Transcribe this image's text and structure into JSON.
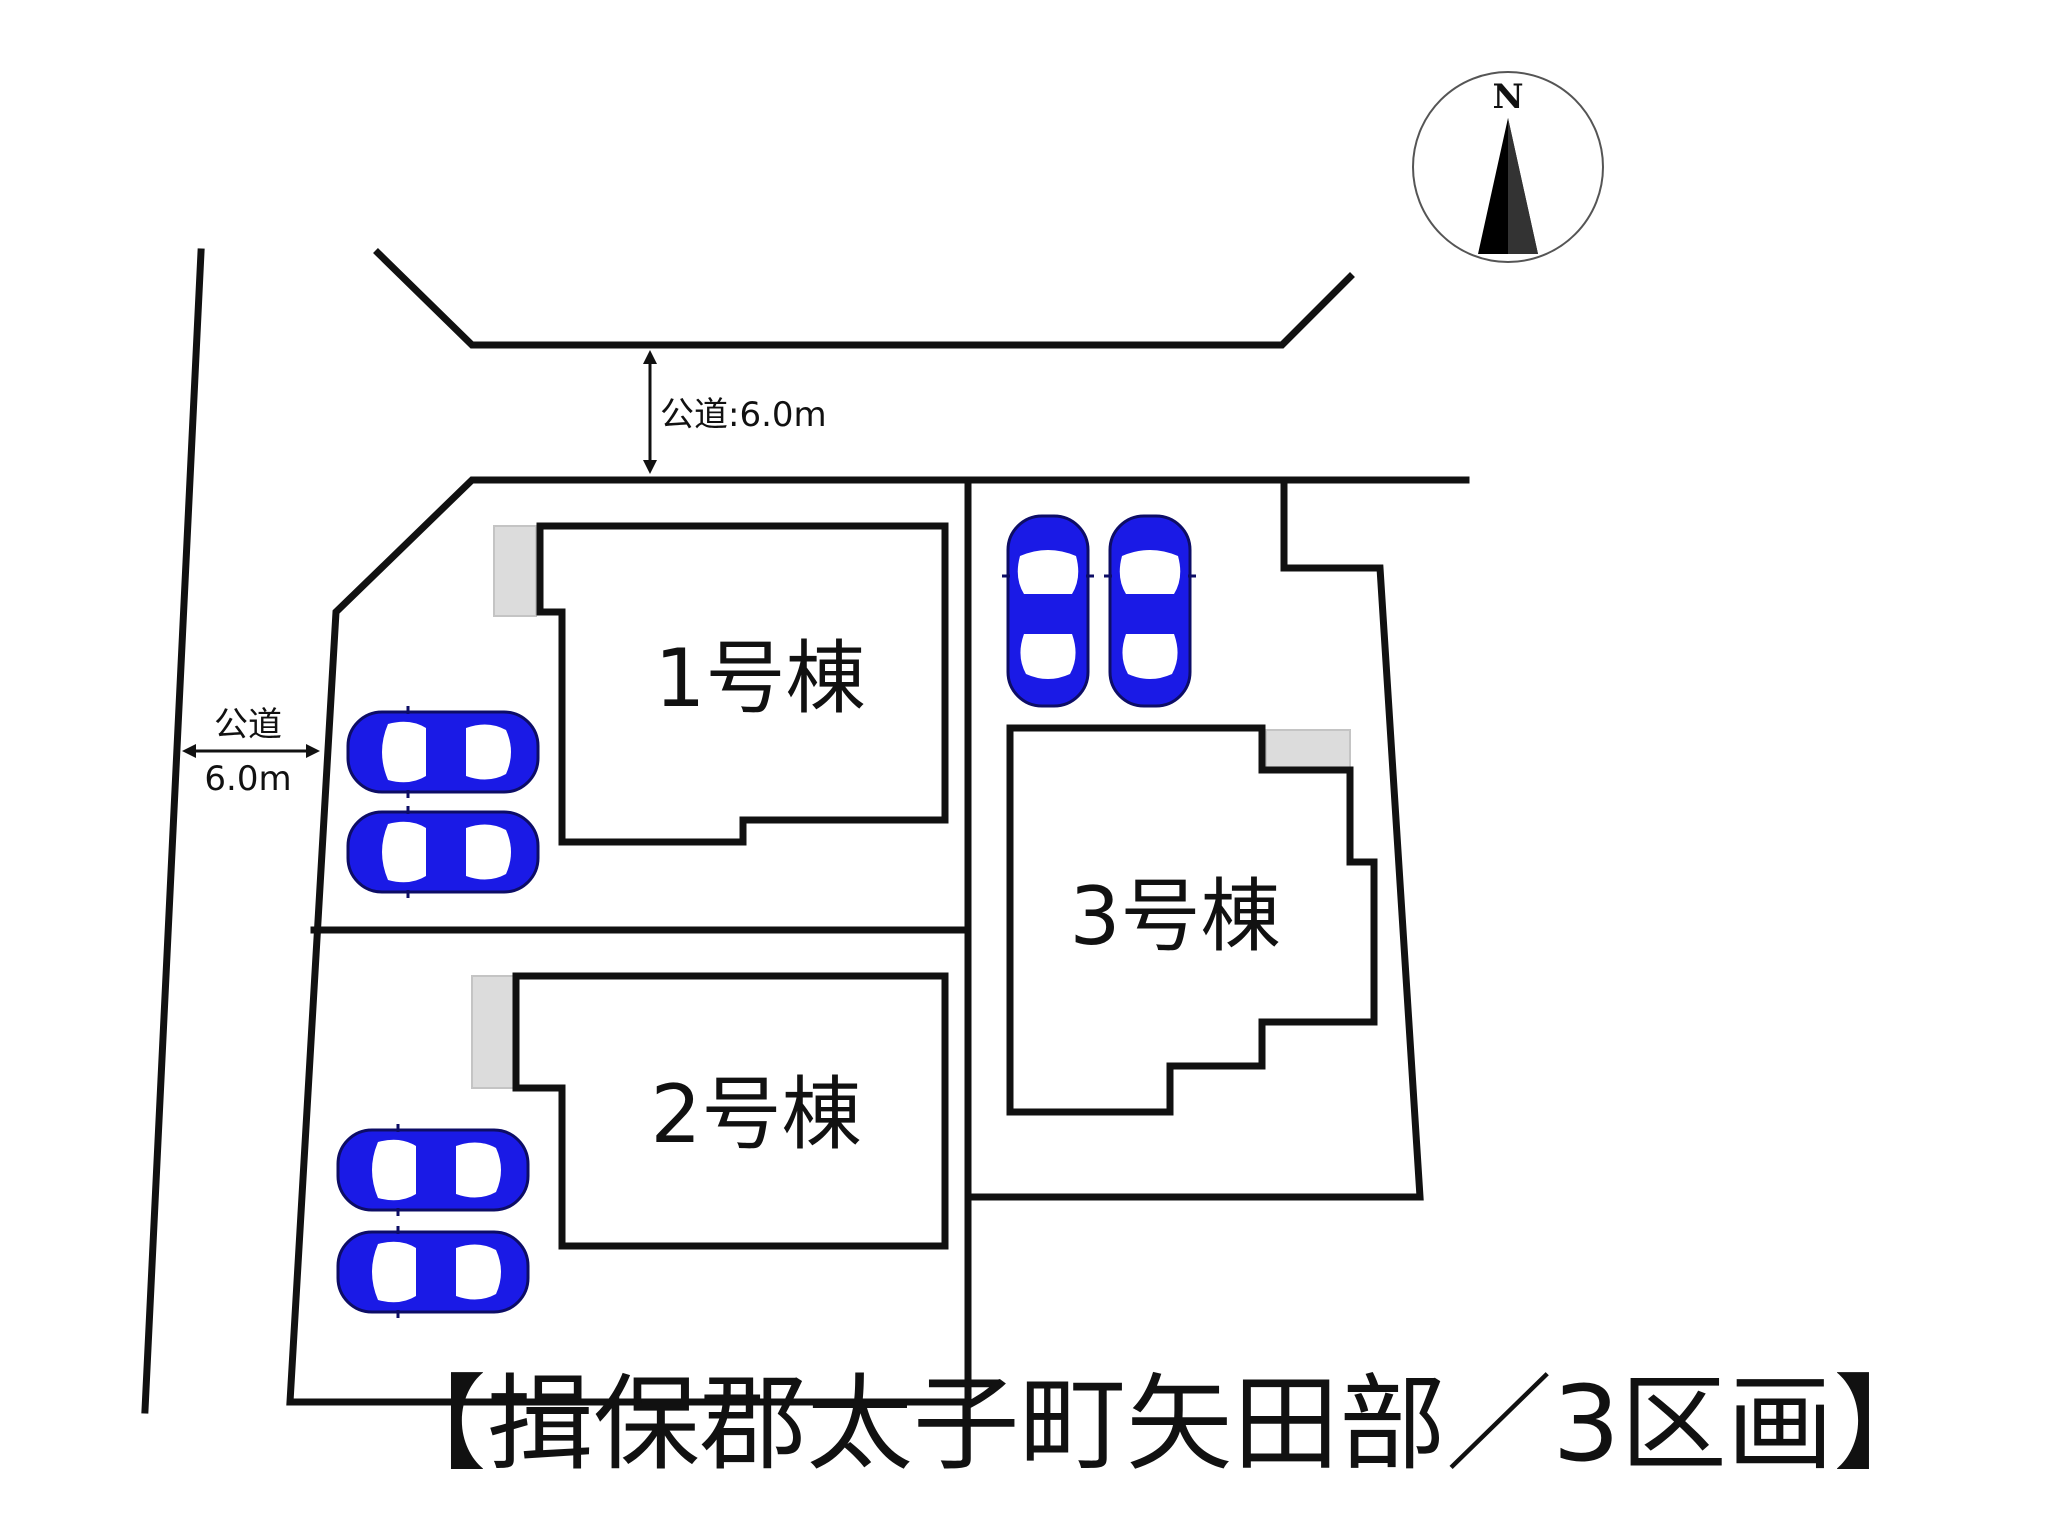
{
  "compass": {
    "letter": "N",
    "icon": "north-arrow-icon"
  },
  "roads": {
    "north_label": "公道:6.0m",
    "west_label_line1": "公道",
    "west_label_line2": "6.0m"
  },
  "houses": [
    {
      "label": "1号棟"
    },
    {
      "label": "2号棟"
    },
    {
      "label": "3号棟"
    }
  ],
  "title": "【揖保郡太子町矢田部／3区画】",
  "colors": {
    "car_body": "#1a1ae6",
    "car_outline": "#0d0d66",
    "car_glass": "#ffffff",
    "entry_gray": "#dcdcdc",
    "lines": "#111111"
  },
  "icons": {
    "parking": "car-icon"
  }
}
